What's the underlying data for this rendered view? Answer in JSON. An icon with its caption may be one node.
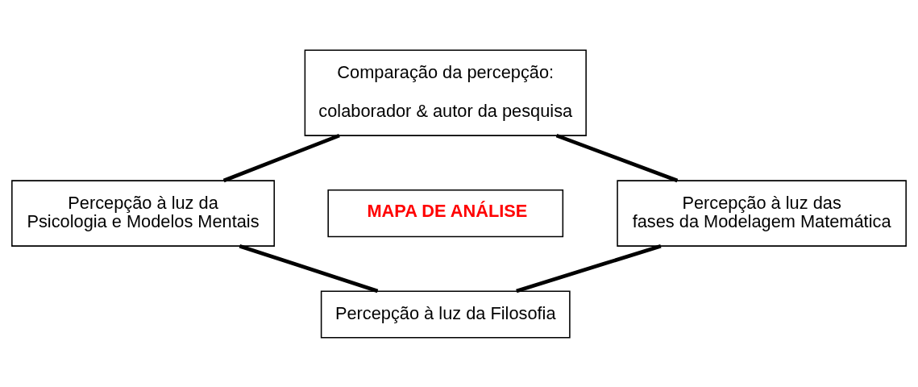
{
  "diagram": {
    "nodes": [
      {
        "text": [
          "Comparação da percepção:",
          "colaborador & autor da pesquisa"
        ]
      },
      {
        "text": [
          "Percepção à luz da Psicologia e Modelos Mentais"
        ]
      },
      {
        "text": [
          "MAPA DE ANÁLISE"
        ]
      },
      {
        "text": [
          "Percepção à luz das fases da Modelagem Matemática"
        ]
      },
      {
        "text": [
          "Percepção à luz da Filosofia"
        ]
      }
    ],
    "edges": [
      {
        "from": 0,
        "to": 1,
        "arrow": "none"
      },
      {
        "from": 0,
        "to": 3,
        "arrow": "none"
      },
      {
        "from": 1,
        "to": 4,
        "arrow": "none"
      },
      {
        "from": 3,
        "to": 4,
        "arrow": "none"
      }
    ]
  }
}
